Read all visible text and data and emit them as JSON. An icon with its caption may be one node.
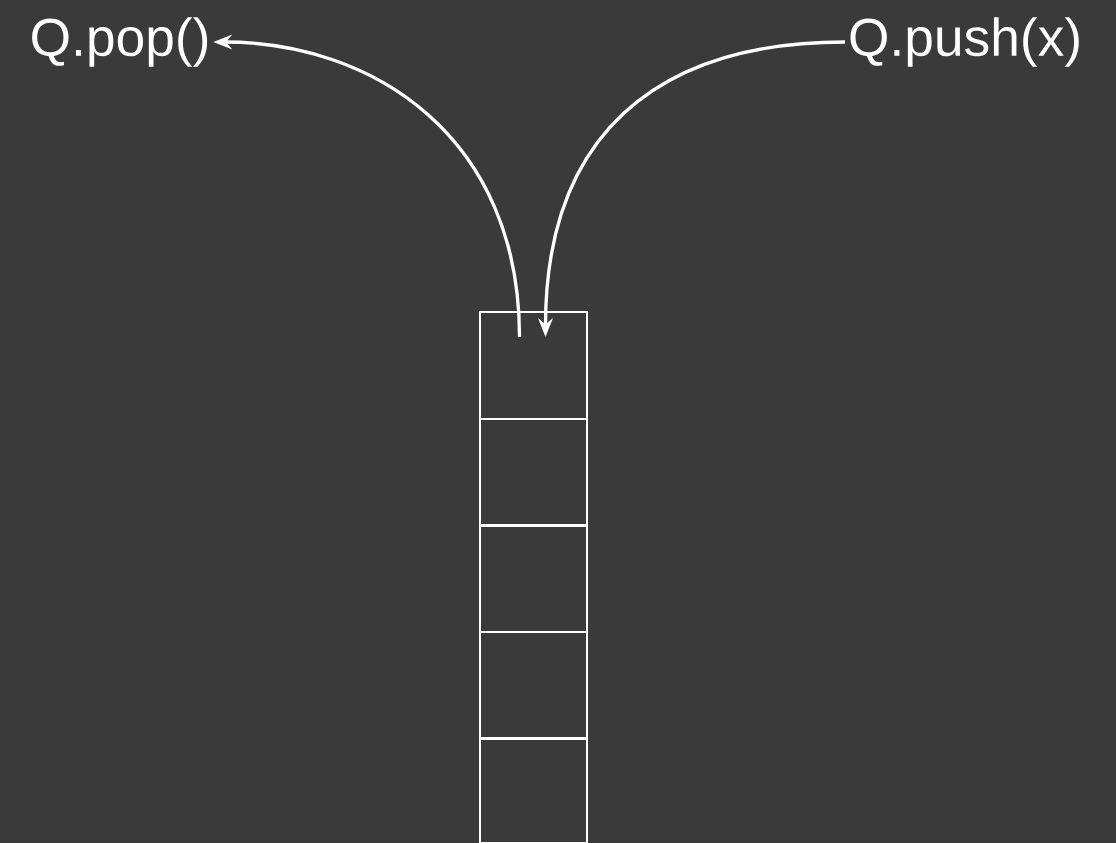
{
  "diagram": {
    "nodes": [
      {
        "text": [
          "Q.pop()"
        ]
      },
      {
        "text": [
          "Q.push(x)"
        ]
      },
      {
        "text": [],
        "shape": "box"
      },
      {
        "text": [],
        "shape": "box"
      },
      {
        "text": [],
        "shape": "box"
      },
      {
        "text": [],
        "shape": "box"
      },
      {
        "text": [],
        "shape": "box"
      }
    ],
    "edges": [
      {
        "from": 2,
        "to": 0,
        "arrow": "to"
      },
      {
        "from": 1,
        "to": 2,
        "arrow": "to"
      }
    ]
  }
}
